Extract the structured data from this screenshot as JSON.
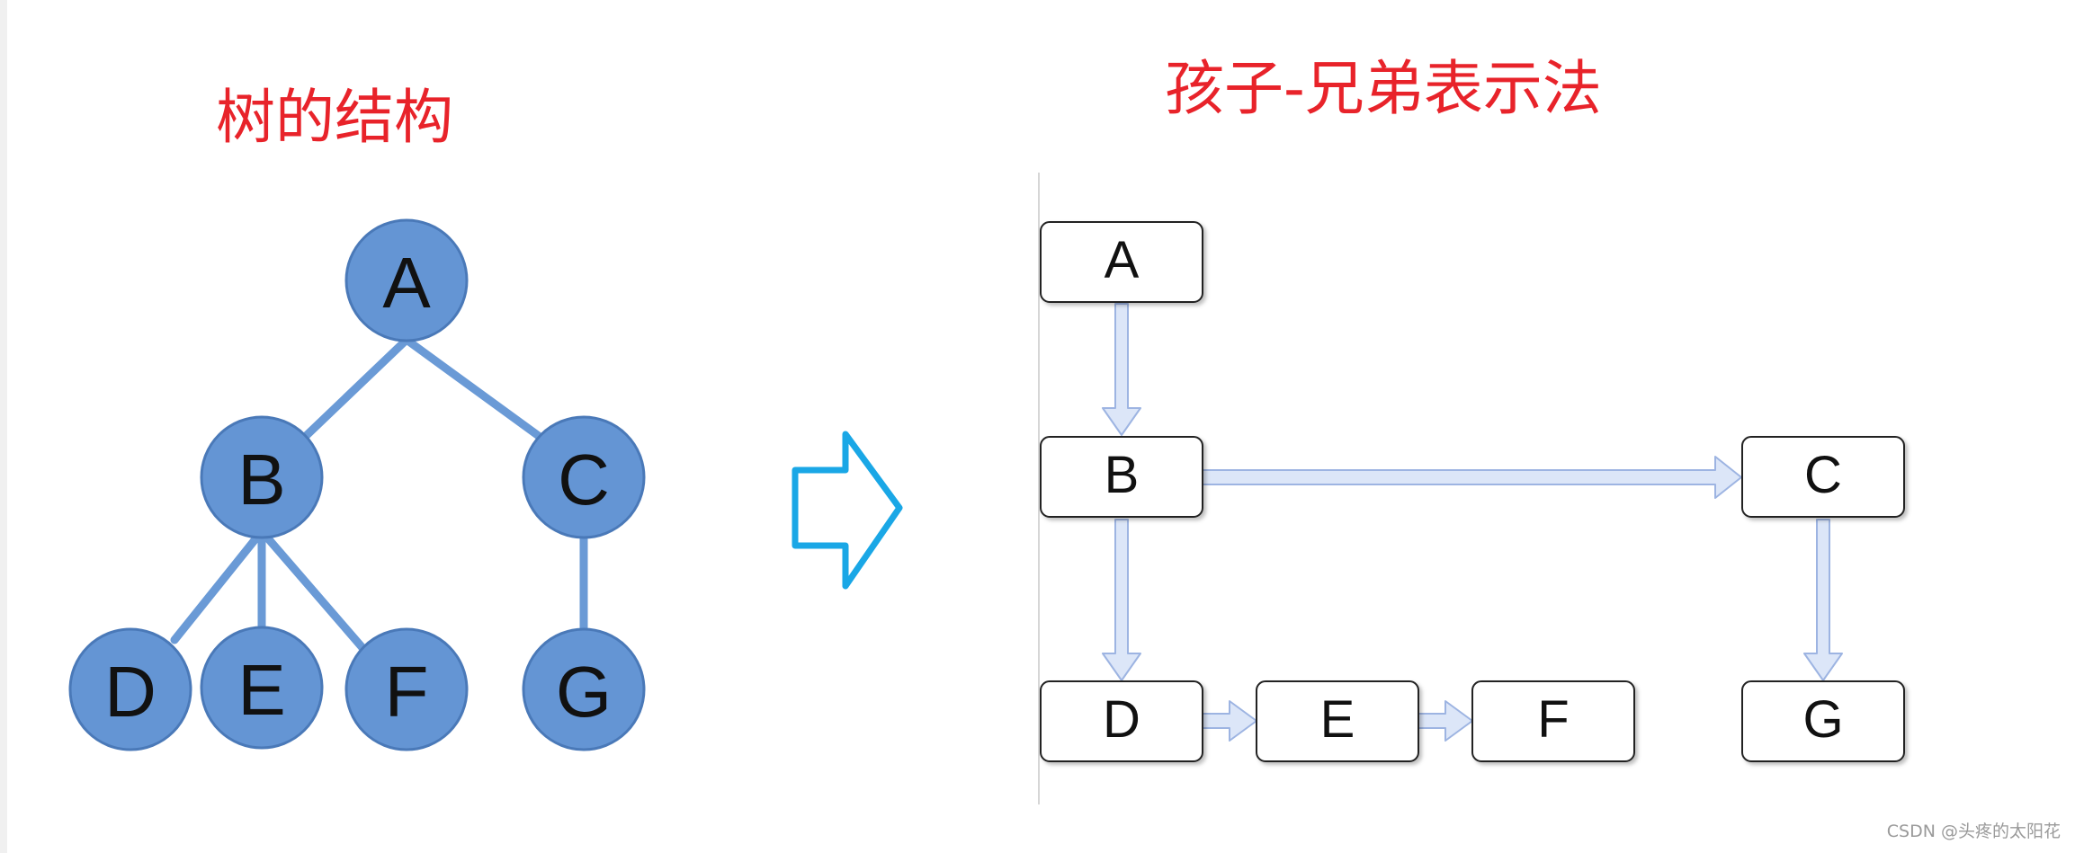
{
  "titles": {
    "tree_structure": "树的结构",
    "child_sibling": "孩子-兄弟表示法"
  },
  "tree": {
    "nodes": [
      {
        "id": "A",
        "label": "A"
      },
      {
        "id": "B",
        "label": "B"
      },
      {
        "id": "C",
        "label": "C"
      },
      {
        "id": "D",
        "label": "D"
      },
      {
        "id": "E",
        "label": "E"
      },
      {
        "id": "F",
        "label": "F"
      },
      {
        "id": "G",
        "label": "G"
      }
    ],
    "edges": [
      [
        "A",
        "B"
      ],
      [
        "A",
        "C"
      ],
      [
        "B",
        "D"
      ],
      [
        "B",
        "E"
      ],
      [
        "B",
        "F"
      ],
      [
        "C",
        "G"
      ]
    ]
  },
  "representation": {
    "nodes": [
      {
        "id": "A",
        "label": "A"
      },
      {
        "id": "B",
        "label": "B"
      },
      {
        "id": "C",
        "label": "C"
      },
      {
        "id": "D",
        "label": "D"
      },
      {
        "id": "E",
        "label": "E"
      },
      {
        "id": "F",
        "label": "F"
      },
      {
        "id": "G",
        "label": "G"
      }
    ],
    "first_child_links": [
      [
        "A",
        "B"
      ],
      [
        "B",
        "D"
      ],
      [
        "C",
        "G"
      ]
    ],
    "next_sibling_links": [
      [
        "B",
        "C"
      ],
      [
        "D",
        "E"
      ],
      [
        "E",
        "F"
      ]
    ]
  },
  "colors": {
    "title": "#e8232a",
    "tree_node_fill": "#6495d4",
    "tree_node_stroke": "#4a79b8",
    "tree_edge": "#6a9ad6",
    "transform_arrow": "#1aa7e6",
    "box_stroke": "#222222",
    "link_fill": "#dce6f8",
    "link_stroke": "#9db4e2"
  },
  "icons": {
    "transform_arrow": "right-arrow-outline-icon"
  },
  "watermark": "CSDN @头疼的太阳花"
}
